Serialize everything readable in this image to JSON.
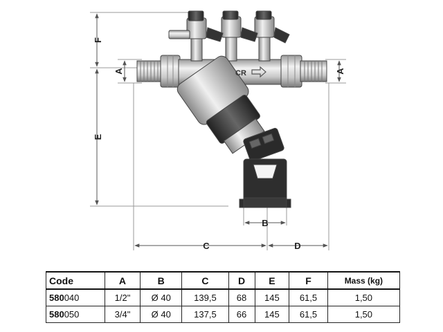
{
  "drawing": {
    "dimension_labels": {
      "F": "F",
      "E": "E",
      "A_left": "A",
      "A_right": "A",
      "B": "B",
      "C": "C",
      "D": "D"
    },
    "body_mark": "CR"
  },
  "table": {
    "headers": [
      "Code",
      "A",
      "B",
      "C",
      "D",
      "E",
      "F",
      "Mass (kg)"
    ],
    "rows": [
      {
        "code_prefix": "580",
        "code_suffix": "040",
        "cells": [
          "1/2\"",
          "Ø 40",
          "139,5",
          "68",
          "145",
          "61,5",
          "1,50"
        ]
      },
      {
        "code_prefix": "580",
        "code_suffix": "050",
        "cells": [
          "3/4\"",
          "Ø 40",
          "137,5",
          "66",
          "145",
          "61,5",
          "1,50"
        ]
      }
    ]
  }
}
